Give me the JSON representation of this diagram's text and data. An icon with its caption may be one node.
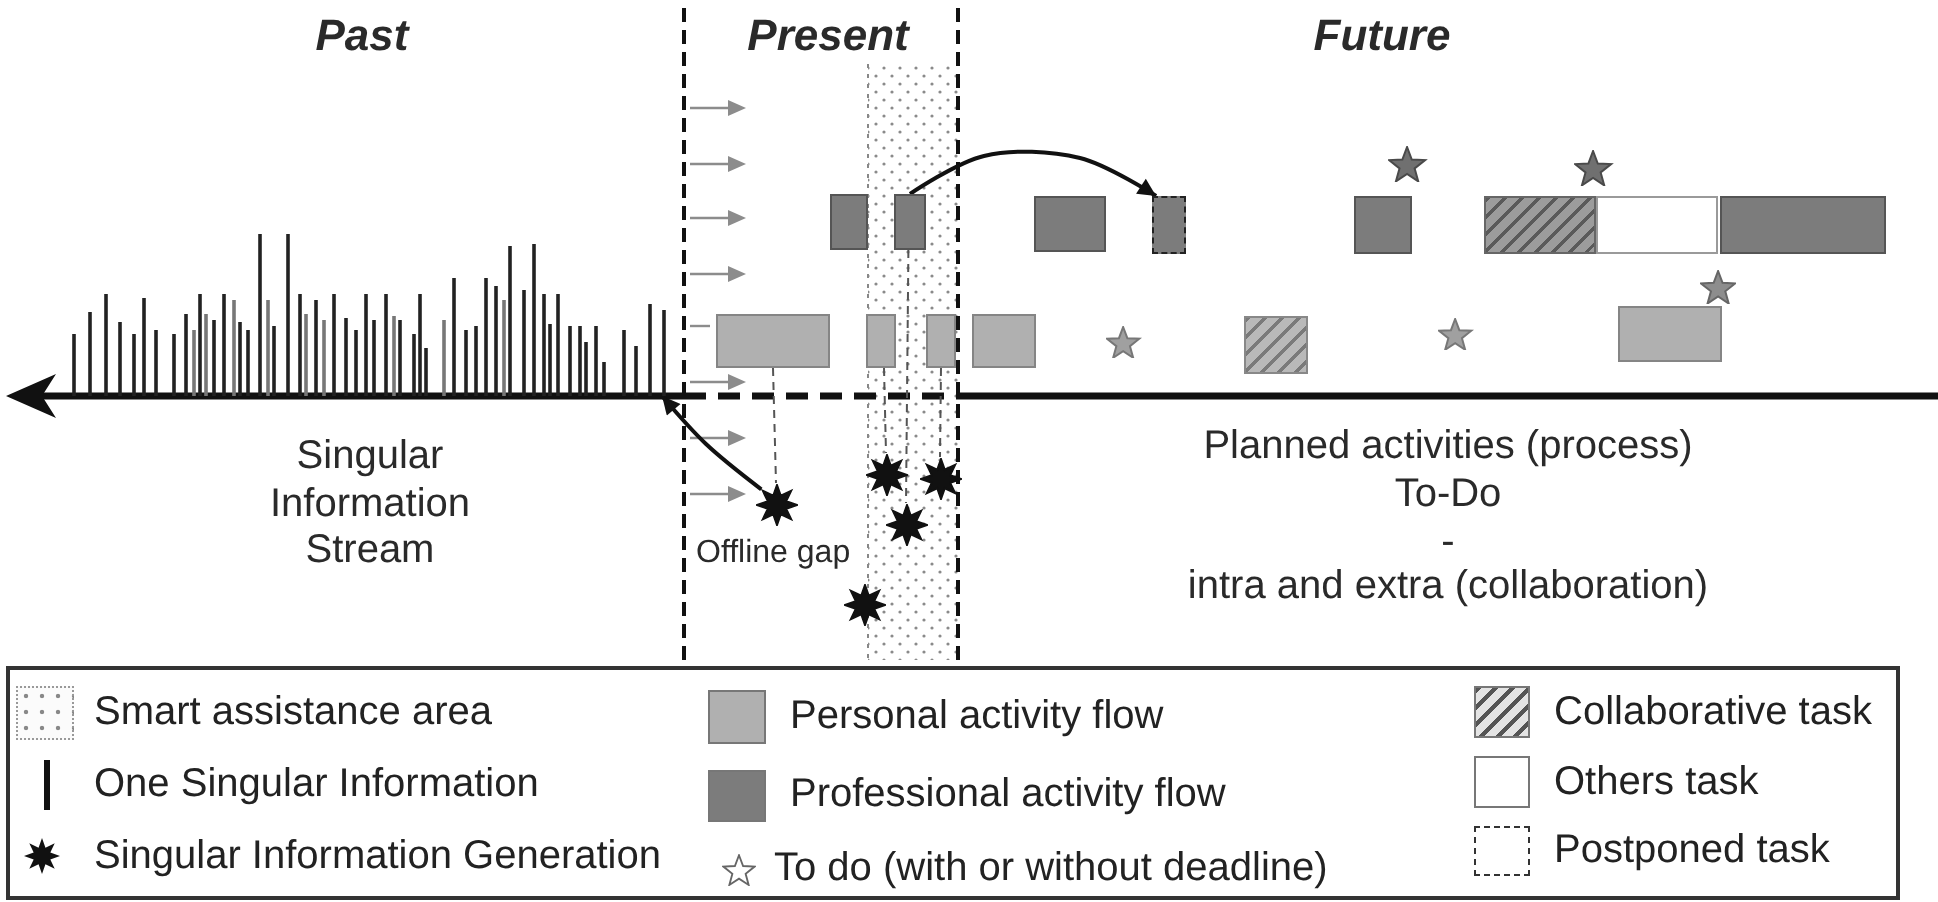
{
  "diagram": {
    "nodes": [
      {
        "text": [],
        "shape": "star"
      },
      {
        "text": [],
        "shape": "star"
      },
      {
        "text": [],
        "shape": "box"
      },
      {
        "text": [],
        "shape": "box"
      },
      {
        "text": [],
        "shape": "box"
      },
      {
        "text": [],
        "shape": "box"
      },
      {
        "text": [],
        "shape": "box"
      },
      {
        "text": [],
        "shape": "box"
      },
      {
        "text": [],
        "shape": "box"
      },
      {
        "text": [],
        "shape": "box"
      },
      {
        "text": [],
        "shape": "star"
      },
      {
        "text": [],
        "shape": "box"
      },
      {
        "text": [],
        "shape": "box"
      },
      {
        "text": [],
        "shape": "box"
      },
      {
        "text": [],
        "shape": "box"
      },
      {
        "text": [],
        "shape": "star"
      },
      {
        "text": [],
        "shape": "box"
      },
      {
        "text": [],
        "shape": "star"
      },
      {
        "text": [],
        "shape": "box"
      },
      {
        "text": [],
        "shape": "starburst"
      },
      {
        "text": [],
        "shape": "starburst"
      },
      {
        "text": [],
        "shape": "starburst"
      },
      {
        "text": [],
        "shape": "starburst"
      },
      {
        "text": [],
        "shape": "starburst"
      },
      {
        "text": [],
        "shape": "picture"
      }
    ],
    "edges": [
      {
        "from": 3,
        "to": 5,
        "arrow": "to"
      },
      {
        "from": 21,
        "to": 24,
        "arrow": "to"
      },
      {
        "from": 11,
        "to": 21,
        "arrow": "none",
        "style": "dashed"
      },
      {
        "from": 12,
        "to": 19,
        "arrow": "none",
        "style": "dashed"
      },
      {
        "from": 3,
        "to": 22,
        "arrow": "none",
        "style": "dashed"
      },
      {
        "from": 13,
        "to": 20,
        "arrow": "none",
        "style": "dashed"
      }
    ],
    "labels": [
      "Past",
      "Present",
      "Future",
      "Singular Information Stream",
      "Offline gap",
      "Planned activities (process)",
      "To-Do",
      "-",
      "intra and extra (collaboration)"
    ],
    "legend": [
      {
        "text": "Smart assistance area"
      },
      {
        "text": "One Singular Information"
      },
      {
        "text": "Singular Information Generation"
      },
      {
        "text": "Personal activity flow",
        "color": "#b0b0b0"
      },
      {
        "text": "Professional activity flow",
        "color": "#7c7c7c"
      },
      {
        "text": "To do (with or without deadline)"
      },
      {
        "text": "Collaborative task"
      },
      {
        "text": "Others task",
        "color": "#ffffff"
      },
      {
        "text": "Postponed task"
      }
    ]
  }
}
